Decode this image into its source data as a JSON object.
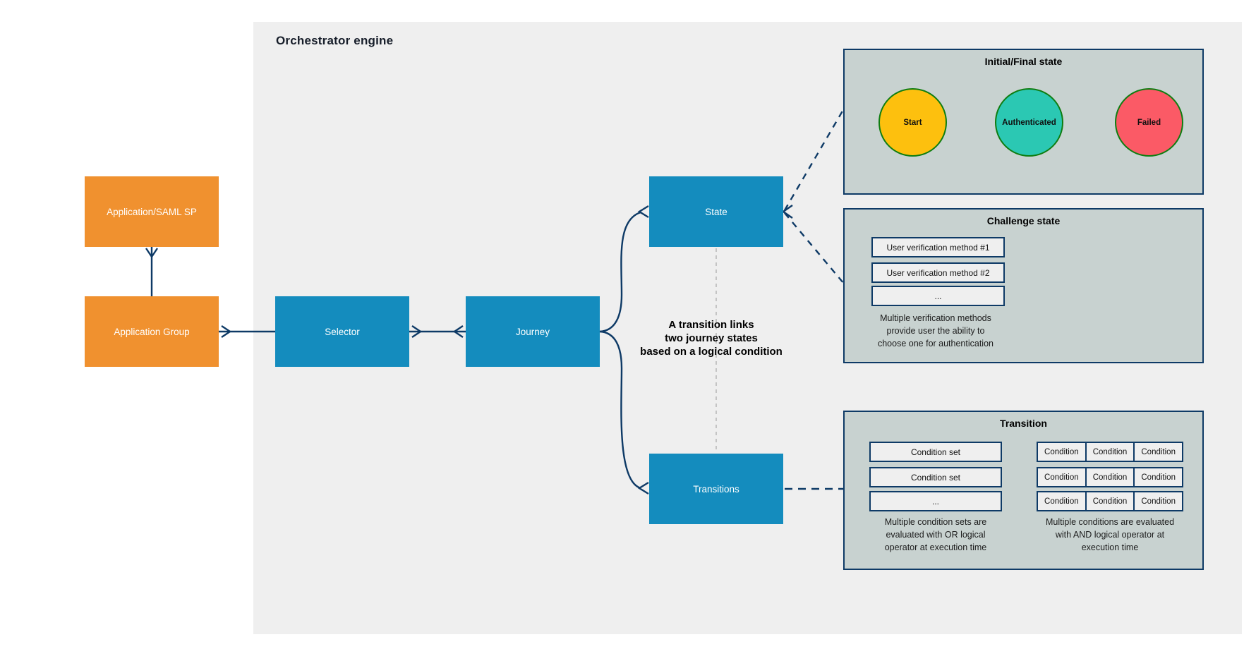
{
  "title": "Orchestrator engine",
  "nodes": {
    "saml": "Application/SAML SP",
    "group": "Application Group",
    "selector": "Selector",
    "journey": "Journey",
    "state": "State",
    "transitions": "Transitions"
  },
  "annotation": {
    "lines": [
      "A transition links",
      "two journey states",
      "based on a logical condition"
    ]
  },
  "panels": {
    "initial_final": {
      "title": "Initial/Final state",
      "states": [
        {
          "label": "Start",
          "fill": "#fdc00e"
        },
        {
          "label": "Authenticated",
          "fill": "#2bc8b3"
        },
        {
          "label": "Failed",
          "fill": "#fb5a66"
        }
      ]
    },
    "challenge": {
      "title": "Challenge state",
      "methods": [
        "User verification method #1",
        "User verification method #2",
        "..."
      ],
      "caption": [
        "Multiple verification methods",
        "provide user the ability to",
        "choose one for authentication"
      ]
    },
    "transition": {
      "title": "Transition",
      "condition_sets": [
        "Condition set",
        "Condition set",
        "..."
      ],
      "condition_grid": [
        [
          "Condition",
          "Condition",
          "Condition"
        ],
        [
          "Condition",
          "Condition",
          "Condition"
        ],
        [
          "Condition",
          "Condition",
          "Condition"
        ]
      ],
      "or_caption": [
        "Multiple condition sets are",
        "evaluated with OR logical",
        "operator at execution time"
      ],
      "and_caption": [
        "Multiple conditions are evaluated",
        "with AND logical operator at",
        "execution time"
      ]
    }
  },
  "colors": {
    "canvas_bg": "#efefef",
    "page_bg": "#ffffff",
    "accent_orange": "#f0912f",
    "accent_blue": "#148cbe",
    "line_navy": "#0e3a66",
    "panel_bg": "#c8d2d0",
    "inner_box_bg": "#efefef",
    "circle_border_green": "#0f7d11",
    "start_fill": "#fdc00e",
    "authenticated_fill": "#2bc8b3",
    "failed_fill": "#fb5a66",
    "dashed_gray": "#b5b5b5"
  }
}
